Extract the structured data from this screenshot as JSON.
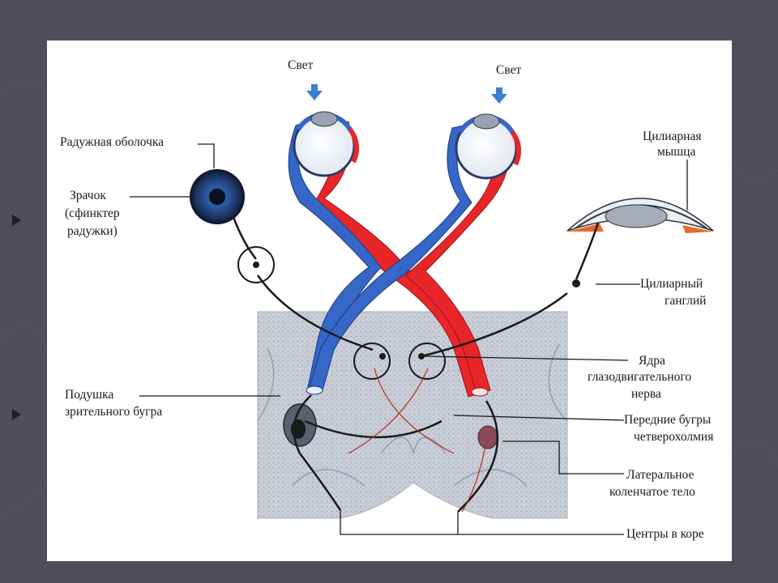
{
  "labels": {
    "light_left": "Свет",
    "light_right": "Свет",
    "iris_line1": "Радужная оболочка",
    "pupil_line1": "Зрачок",
    "pupil_line2": "(сфинктер",
    "pupil_line3": "радужки)",
    "ciliary_muscle_line1": "Цилиарная",
    "ciliary_muscle_line2": "мышца",
    "ciliary_ganglion_line1": "Цилиарный",
    "ciliary_ganglion_line2": "ганглий",
    "nuclei_line1": "Ядра",
    "nuclei_line2": "глазодвигательного",
    "nuclei_line3": "нерва",
    "pulvinar_line1": "Подушка",
    "pulvinar_line2": "зрительного бугра",
    "colliculi_line1": "Передние бугры",
    "colliculi_line2": "четверохолмия",
    "lgb_line1": "Латеральное",
    "lgb_line2": "коленчатое тело",
    "cortex_line1": "Центры в коре"
  },
  "colors": {
    "background": "#4d4e5a",
    "panel": "#ffffff",
    "nerve_blue": "#3566c8",
    "nerve_red": "#e8262a",
    "light_arrow": "#3a7fd0",
    "brain_tissue": "#c8cdd6",
    "line": "#1a1a1a"
  },
  "icons": [
    "eye-icon",
    "iris-icon",
    "lens-icon",
    "arrow-down-icon",
    "slide-bullet-icon"
  ]
}
